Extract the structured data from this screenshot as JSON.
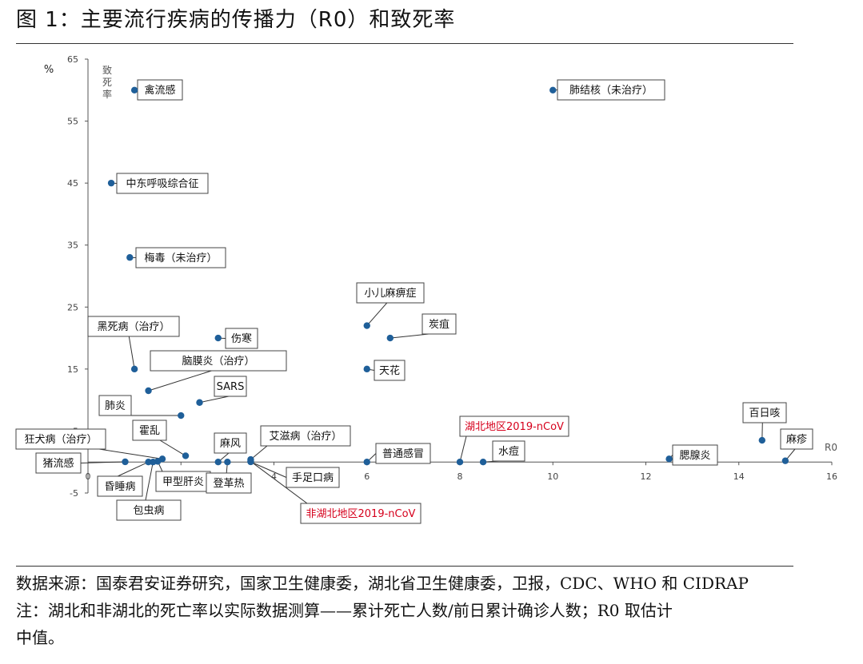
{
  "figure_title": "图 1：主要流行疾病的传播力（R0）和致死率",
  "notes": {
    "source": "数据来源：国泰君安证券研究，国家卫生健康委，湖北省卫生健康委，卫报，CDC、WHO 和 CIDRAP",
    "note_line1": "注：湖北和非湖北的死亡率以实际数据测算——累计死亡人数/前日累计确诊人数；R0 取估计",
    "note_line2": "中值。"
  },
  "colors": {
    "point": "#1f5f99",
    "highlight_text": "#d6001c",
    "axis": "#555555"
  },
  "chart_data": {
    "type": "scatter",
    "title": "",
    "xlabel": "R0",
    "ylabel": "致死率",
    "y_unit": "%",
    "xlim": [
      0,
      16
    ],
    "ylim": [
      -5,
      65
    ],
    "x_ticks": [
      "0",
      "2",
      "4",
      "6",
      "8",
      "10",
      "12",
      "14",
      "16"
    ],
    "y_ticks": [
      "-5",
      "5",
      "15",
      "25",
      "35",
      "45",
      "55",
      "65"
    ],
    "grid": false,
    "points": [
      {
        "label": "禽流感",
        "x": 1.0,
        "y": 60
      },
      {
        "label": "肺结核（未治疗）",
        "x": 10.0,
        "y": 60
      },
      {
        "label": "中东呼吸综合征",
        "x": 0.5,
        "y": 45
      },
      {
        "label": "梅毒（未治疗）",
        "x": 0.9,
        "y": 33
      },
      {
        "label": "小儿麻痹症",
        "x": 6.0,
        "y": 22
      },
      {
        "label": "炭疽",
        "x": 6.5,
        "y": 20
      },
      {
        "label": "黑死病（治疗）",
        "x": 1.0,
        "y": 15
      },
      {
        "label": "伤寒",
        "x": 2.8,
        "y": 20
      },
      {
        "label": "天花",
        "x": 6.0,
        "y": 15
      },
      {
        "label": "脑膜炎（治疗）",
        "x": 1.3,
        "y": 11.5
      },
      {
        "label": "SARS",
        "x": 2.4,
        "y": 9.6
      },
      {
        "label": "肺炎",
        "x": 2.0,
        "y": 7.5
      },
      {
        "label": "百日咳",
        "x": 14.5,
        "y": 3.5
      },
      {
        "label": "狂犬病（治疗）",
        "x": 1.6,
        "y": 0.5
      },
      {
        "label": "霍乱",
        "x": 2.1,
        "y": 1
      },
      {
        "label": "猪流感",
        "x": 0.8,
        "y": 0.03
      },
      {
        "label": "昏睡病",
        "x": 1.3,
        "y": 0
      },
      {
        "label": "甲型肝炎",
        "x": 1.5,
        "y": 0.1
      },
      {
        "label": "包虫病",
        "x": 1.4,
        "y": 0
      },
      {
        "label": "麻风",
        "x": 2.8,
        "y": 0
      },
      {
        "label": "登革热",
        "x": 3.0,
        "y": 0
      },
      {
        "label": "艾滋病（治疗）",
        "x": 3.5,
        "y": 0.4
      },
      {
        "label": "手足口病",
        "x": 3.5,
        "y": 0.03
      },
      {
        "label": "非湖北地区2019-nCoV",
        "x": 3.5,
        "y": 0.1
      },
      {
        "label": "湖北地区2019-nCoV",
        "x": 8.0,
        "y": 0
      },
      {
        "label": "普通感冒",
        "x": 6.0,
        "y": 0
      },
      {
        "label": "水痘",
        "x": 8.5,
        "y": 0
      },
      {
        "label": "腮腺炎",
        "x": 12.5,
        "y": 0.5
      },
      {
        "label": "麻疹",
        "x": 15.0,
        "y": 0.2
      }
    ]
  }
}
